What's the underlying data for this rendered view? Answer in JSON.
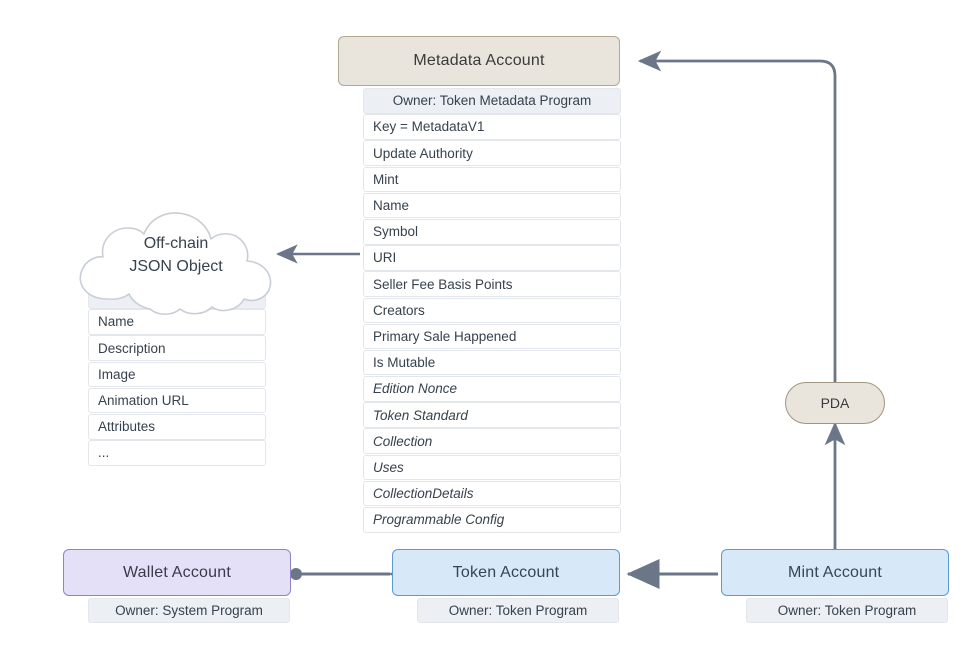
{
  "diagram": {
    "title": "Solana Token Metadata Account Relationships",
    "background": "#ffffff"
  },
  "colors": {
    "beige_fill": "#e9e5dd",
    "beige_border": "#b3a792",
    "lavender_fill": "#e4e0f8",
    "lavender_border": "#8d84c6",
    "blue_fill": "#d7e8f8",
    "blue_border": "#5b9bd5",
    "row_fill": "#ffffff",
    "row_border": "#e3e6ea",
    "owner_row_fill": "#eceff3",
    "arrow": "#6b7688",
    "text": "#36424e"
  },
  "metadata_account": {
    "title": "Metadata Account",
    "owner_row": "Owner: Token Metadata Program",
    "fields": [
      {
        "label": "Key = MetadataV1",
        "italic": false
      },
      {
        "label": "Update Authority",
        "italic": false
      },
      {
        "label": "Mint",
        "italic": false
      },
      {
        "label": "Name",
        "italic": false
      },
      {
        "label": "Symbol",
        "italic": false
      },
      {
        "label": "URI",
        "italic": false
      },
      {
        "label": "Seller Fee Basis Points",
        "italic": false
      },
      {
        "label": "Creators",
        "italic": false
      },
      {
        "label": "Primary Sale Happened",
        "italic": false
      },
      {
        "label": "Is Mutable",
        "italic": false
      },
      {
        "label": "Edition Nonce",
        "italic": true
      },
      {
        "label": "Token Standard",
        "italic": true
      },
      {
        "label": "Collection",
        "italic": true
      },
      {
        "label": "Uses",
        "italic": true
      },
      {
        "label": "CollectionDetails",
        "italic": true
      },
      {
        "label": "Programmable Config",
        "italic": true
      }
    ]
  },
  "offchain": {
    "title_line1": "Off-chain",
    "title_line2": "JSON Object",
    "fields": [
      {
        "label": "",
        "hidden": true
      },
      {
        "label": "Name",
        "hidden": false
      },
      {
        "label": "Description",
        "hidden": false
      },
      {
        "label": "Image",
        "hidden": false
      },
      {
        "label": "Animation URL",
        "hidden": false
      },
      {
        "label": "Attributes",
        "hidden": false
      },
      {
        "label": "...",
        "hidden": false
      }
    ]
  },
  "pda": {
    "label": "PDA"
  },
  "wallet_account": {
    "title": "Wallet Account",
    "owner": "Owner: System Program"
  },
  "token_account": {
    "title": "Token Account",
    "owner": "Owner: Token Program"
  },
  "mint_account": {
    "title": "Mint Account",
    "owner": "Owner: Token Program"
  },
  "edges": [
    {
      "name": "uri-to-offchain",
      "from": "URI",
      "to": "Off-chain JSON Object",
      "direction": "left"
    },
    {
      "name": "pda-to-metadata",
      "from": "PDA",
      "to": "Metadata Account",
      "direction": "elbow-up-left"
    },
    {
      "name": "mint-to-pda",
      "from": "Mint Account",
      "to": "PDA",
      "direction": "up"
    },
    {
      "name": "token-to-wallet",
      "from": "Token Account",
      "to": "Wallet Account",
      "direction": "left"
    },
    {
      "name": "mint-to-token",
      "from": "Mint Account",
      "to": "Token Account",
      "direction": "left"
    }
  ]
}
